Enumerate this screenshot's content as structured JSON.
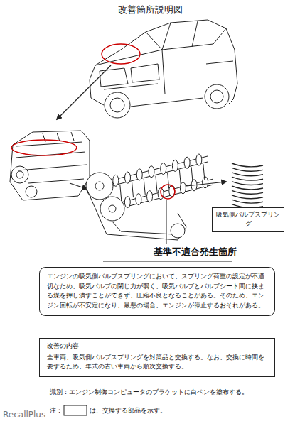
{
  "diagram": {
    "title": "改善箇所説明図",
    "nodes": [
      {
        "text": [
          "吸気側バルブスプリング"
        ]
      },
      {
        "text": [
          "エンジンの吸気側バルブスプリングにおいて、スプリング荷重の設定が不適切なため、吸気バルブの閉じ力が弱く、吸気バルブとバルブシート間に挟まる煤を押し潰すことができず、圧縮不良となることがある。そのため、エンジン回転が不安定になり、最悪の場合、エンジンが停止するおそれがある。"
        ]
      },
      {
        "text": [
          "改善の内容",
          "全車両、吸気側バルブスプリングを対策品と交換する。なお、交換に時間を要するため、年式の古い車両から順次交換する。"
        ]
      }
    ],
    "labels": [
      "基準不適合発生箇所",
      "識別：エンジン制御コンピュータのブラケットに白ペンを塗布する。",
      "注：",
      "は、交換する部品を示す。",
      "RecallPlus"
    ]
  }
}
